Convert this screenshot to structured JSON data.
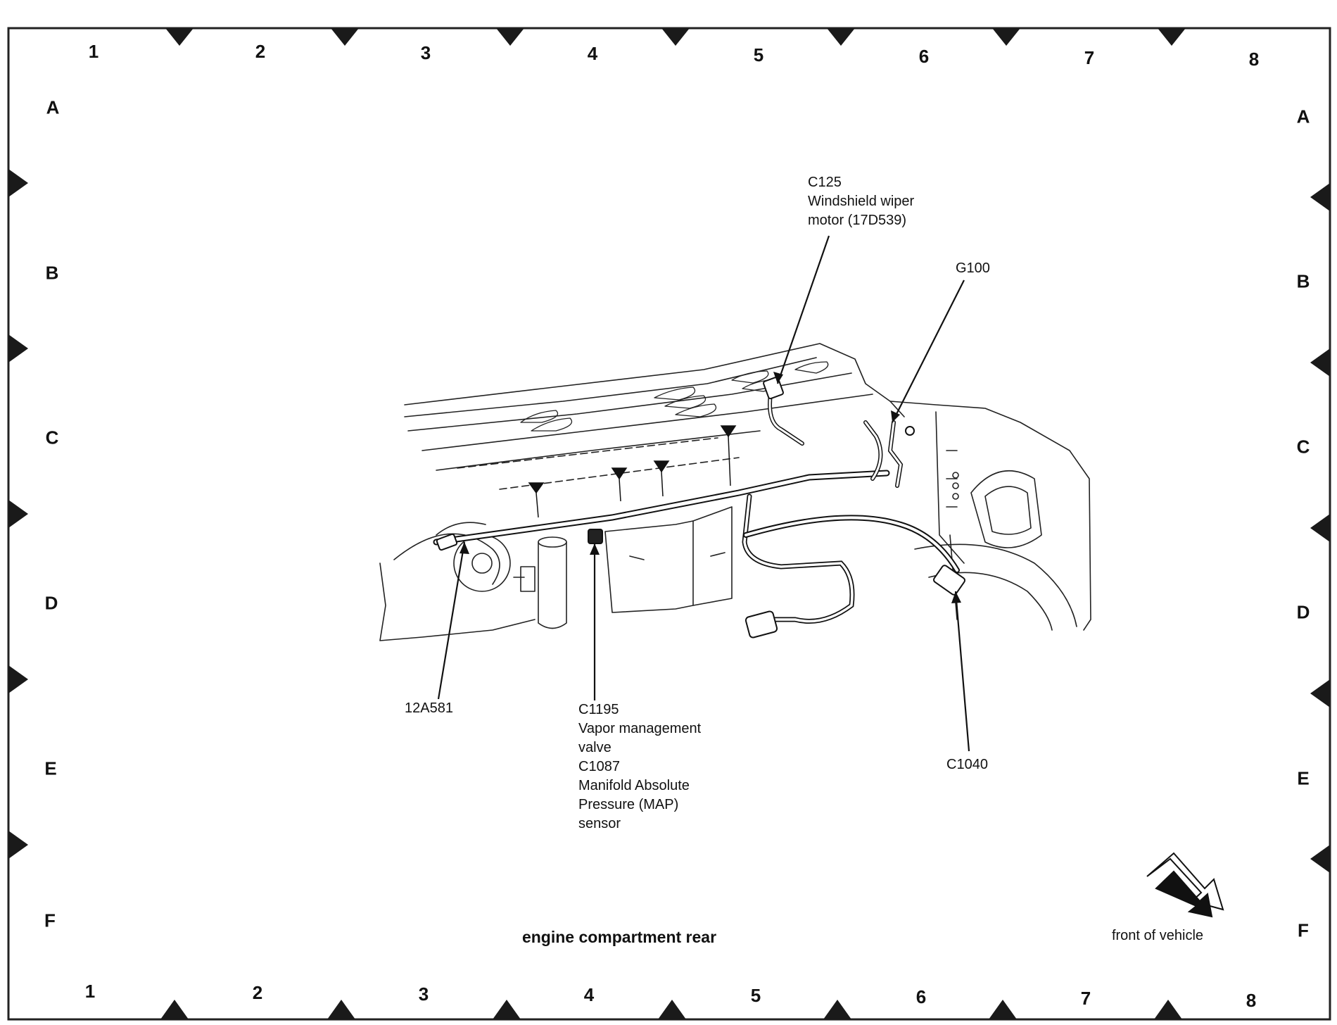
{
  "grid": {
    "columns": [
      "1",
      "2",
      "3",
      "4",
      "5",
      "6",
      "7",
      "8"
    ],
    "rows": [
      "A",
      "B",
      "C",
      "D",
      "E",
      "F"
    ]
  },
  "callouts": {
    "c125": {
      "lines": [
        "C125",
        "Windshield wiper",
        "motor (17D539)"
      ]
    },
    "g100": {
      "lines": [
        "G100"
      ]
    },
    "p12a581": {
      "lines": [
        "12A581"
      ]
    },
    "c1195_c1087": {
      "lines": [
        "C1195",
        "Vapor management",
        "valve",
        "C1087",
        "Manifold Absolute",
        "Pressure (MAP)",
        "sensor"
      ]
    },
    "c1040": {
      "lines": [
        "C1040"
      ]
    }
  },
  "caption": "engine compartment rear",
  "orientation": {
    "label": "front of vehicle",
    "icon": "front-of-vehicle-arrow-icon"
  },
  "colors": {
    "ink": "#111111",
    "frame": "#222222",
    "background": "#ffffff"
  }
}
